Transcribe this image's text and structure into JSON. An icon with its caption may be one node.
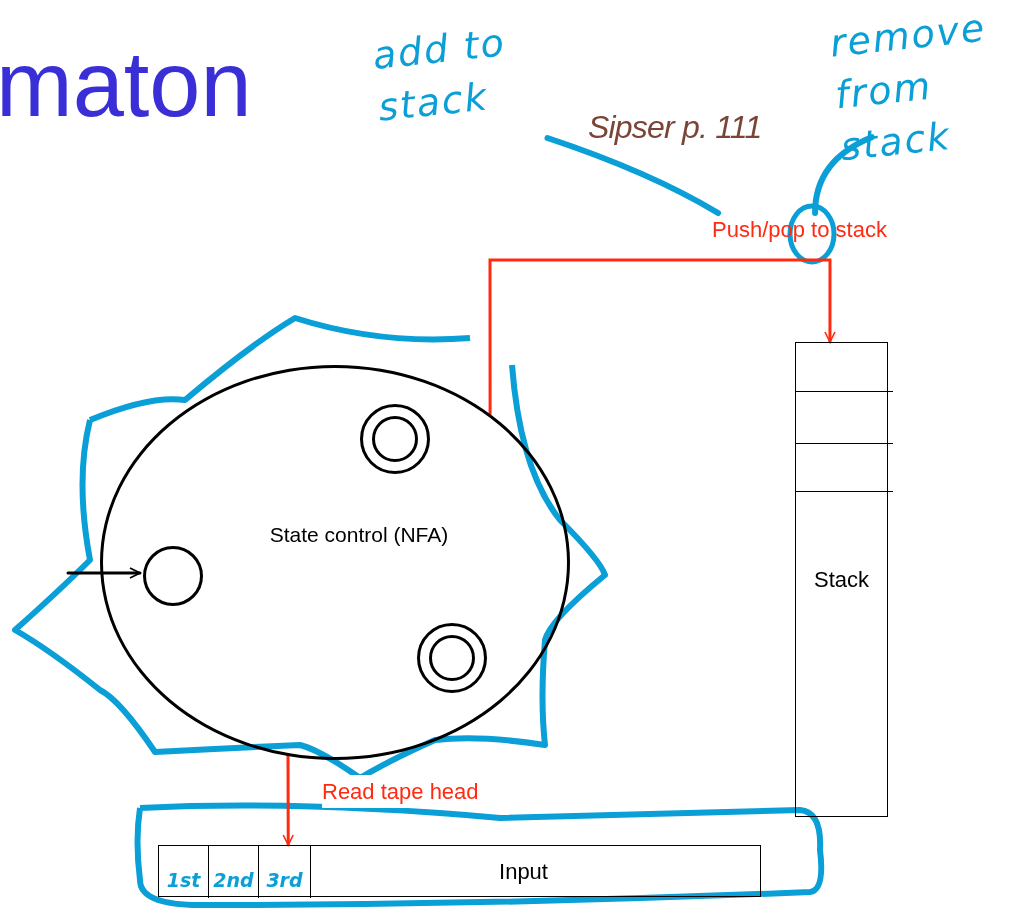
{
  "diagram": {
    "title": "maton",
    "nodes": [
      {
        "text": [
          "add to stack"
        ]
      },
      {
        "text": [
          "remove from stack"
        ]
      },
      {
        "text": [
          "Push/pop to stack"
        ]
      },
      {
        "text": [
          "State control (NFA)"
        ]
      },
      {
        "text": [],
        "shape": "circle",
        "in": 3
      },
      {
        "text": [],
        "shape": "circle",
        "in": 3
      },
      {
        "text": [],
        "shape": "circle",
        "in": 3
      },
      {
        "text": [
          "Stack"
        ]
      },
      {
        "text": [
          "Input"
        ]
      },
      {
        "text": [
          "1st"
        ],
        "in": 8
      },
      {
        "text": [
          "2nd"
        ],
        "in": 8
      },
      {
        "text": [
          "3rd"
        ],
        "in": 8
      }
    ],
    "edges": [
      {
        "from": 0,
        "to": 2,
        "arrow": "none",
        "color": "#0a9fd6",
        "style": "thick"
      },
      {
        "from": 1,
        "to": 2,
        "arrow": "none",
        "color": "#0a9fd6",
        "style": "thick"
      },
      {
        "from": null,
        "to": 4,
        "arrow": "to",
        "color": "#000000"
      },
      {
        "from": 3,
        "to": 7,
        "arrow": "to",
        "color": "#ff2a10"
      },
      {
        "from": 3,
        "to": 8,
        "arrow": "to",
        "color": "#ff2a10",
        "label": "Read tape head"
      }
    ],
    "labels": [
      "Sipser p. 111"
    ]
  }
}
